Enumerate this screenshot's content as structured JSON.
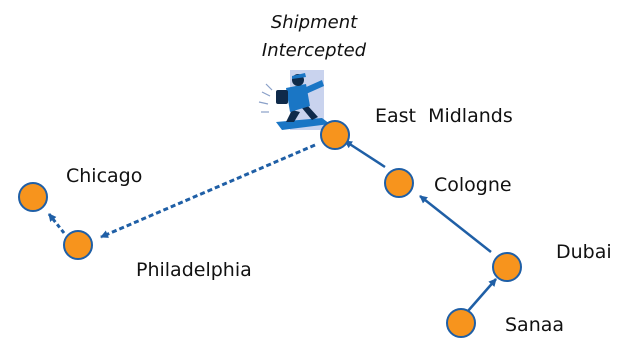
{
  "colors": {
    "node_fill": "#F7941D",
    "node_stroke": "#1F5FA6",
    "arrow": "#1F5FA6",
    "figure_blue": "#1A76C5",
    "figure_dark": "#0F2A4A",
    "panel": "#C9D3EE",
    "text": "#111111"
  },
  "cities": {
    "sanaa": "Sanaa",
    "dubai": "Dubai",
    "cologne": "Cologne",
    "east_midlands": "East  Midlands",
    "philadelphia": "Philadelphia",
    "chicago": "Chicago"
  },
  "interception": {
    "line1": "Shipment",
    "line2": "Intercepted",
    "icon": "running-courier-icon"
  },
  "route": [
    {
      "from": "Sanaa",
      "to": "Dubai",
      "style": "solid"
    },
    {
      "from": "Dubai",
      "to": "Cologne",
      "style": "solid"
    },
    {
      "from": "Cologne",
      "to": "East  Midlands",
      "style": "solid"
    },
    {
      "from": "East  Midlands",
      "to": "Philadelphia",
      "style": "dashed"
    },
    {
      "from": "Philadelphia",
      "to": "Chicago",
      "style": "dashed"
    }
  ]
}
